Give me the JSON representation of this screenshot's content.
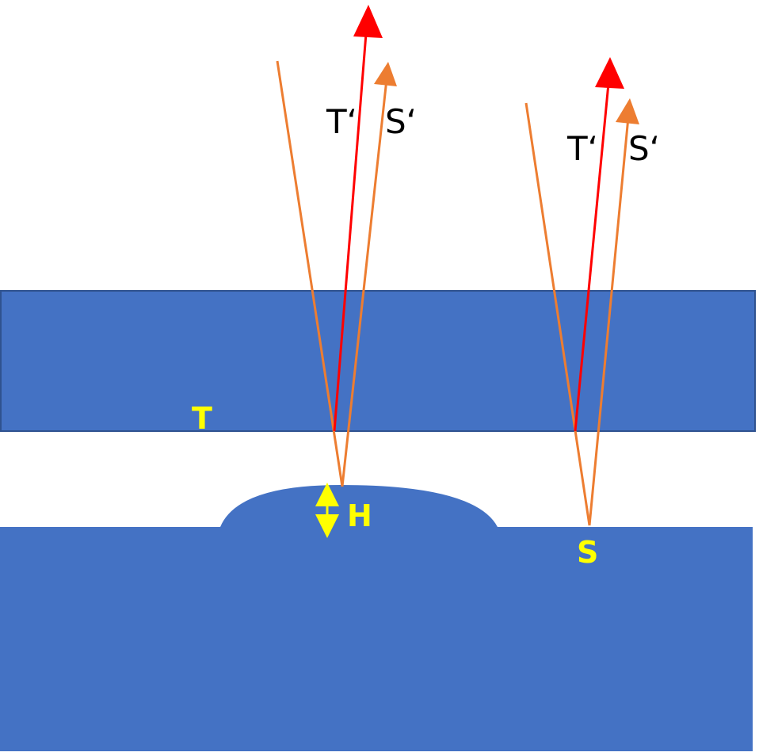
{
  "colors": {
    "plate": "#4472c4",
    "plate_border": "#2f528f",
    "ray_orange": "#ed7d31",
    "ray_red": "#ff0000",
    "label_yellow": "#ffff00",
    "label_black": "#000000"
  },
  "labels": {
    "left_reflected_T": "T‘",
    "left_reflected_S": "S‘",
    "right_reflected_T": "T‘",
    "right_reflected_S": "S‘",
    "top_surface": "T",
    "bump_height": "H",
    "substrate_surface": "S"
  }
}
